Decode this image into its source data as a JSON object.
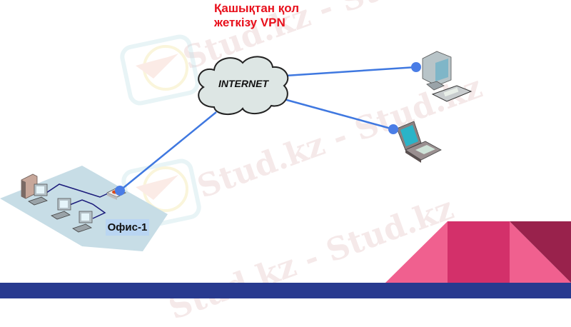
{
  "title": {
    "line1": "Қашықтан қол",
    "line2": "жеткізу VPN"
  },
  "cloud": {
    "label": "INTERNET"
  },
  "office": {
    "label": "Офис-1"
  },
  "watermark": {
    "text": "Stud.kz - Stud.kz"
  },
  "nodes": [
    {
      "id": "remote-desktop",
      "type": "desktop-computer"
    },
    {
      "id": "remote-laptop",
      "type": "laptop"
    },
    {
      "id": "office-1",
      "type": "office-lan",
      "computers": 3,
      "servers": 1,
      "router": 1
    }
  ],
  "colors": {
    "title": "#e8101c",
    "link": "#3f78e0",
    "dot": "#4a7de6",
    "lan": "#1a1a7a",
    "floor": "#c7dde6",
    "band": "#283a8f",
    "pink_light": "#f0608f",
    "pink_mid": "#d3306a",
    "pink_dark": "#99224c"
  }
}
